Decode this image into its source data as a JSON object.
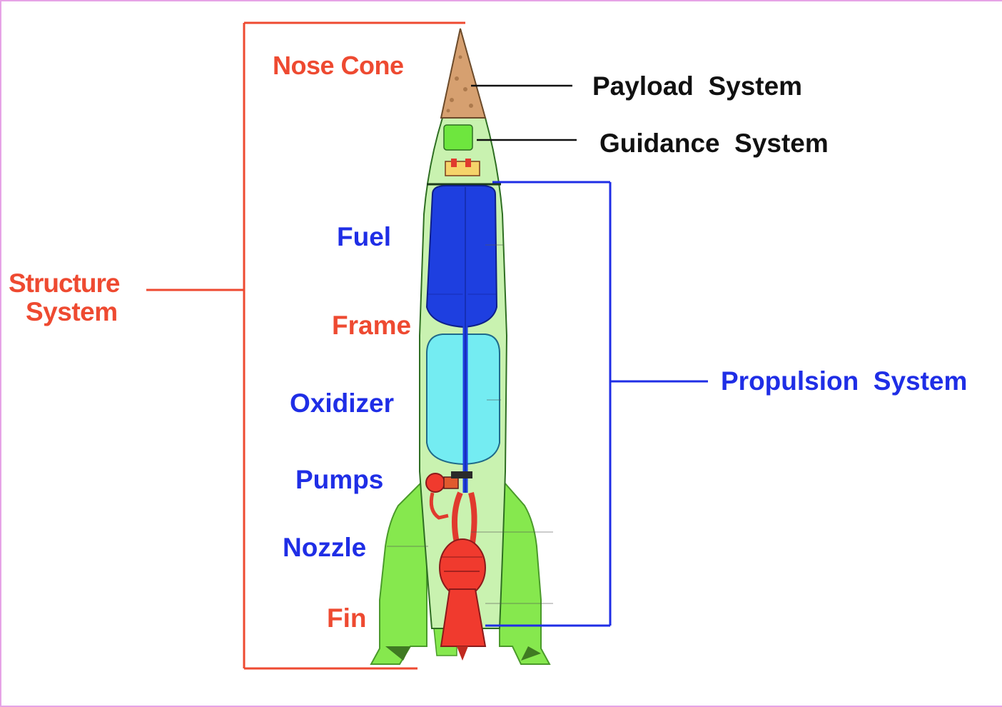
{
  "colors": {
    "structure": "#ee4a31",
    "propulsion": "#1f2ee6",
    "body": "#c9f2b0",
    "fins": "#86e84e",
    "fuel": "#1e3fe0",
    "oxidizer": "#74ecf2",
    "engine": "#f03a2e",
    "nose": "#d6a070",
    "border": "#e6a3e6"
  },
  "labels": {
    "nose_cone": "Nose Cone",
    "payload_system": "Payload  System",
    "guidance_system": "Guidance  System",
    "fuel": "Fuel",
    "structure_line1": "Structure",
    "structure_line2": "System",
    "frame": "Frame",
    "oxidizer": "Oxidizer",
    "propulsion_system": "Propulsion  System",
    "pumps": "Pumps",
    "nozzle": "Nozzle",
    "fin": "Fin"
  }
}
